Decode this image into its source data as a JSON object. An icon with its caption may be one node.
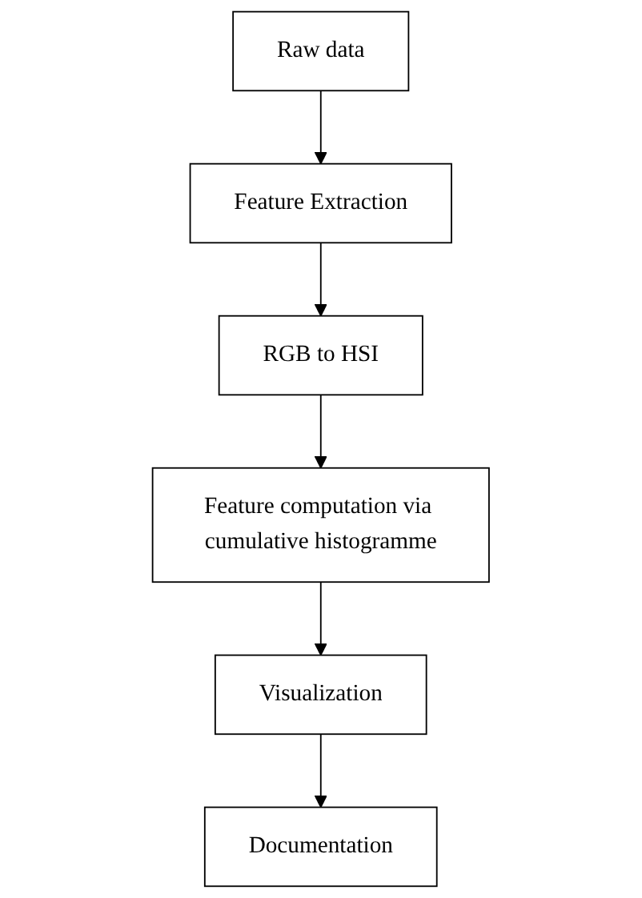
{
  "diagram": {
    "nodes": [
      {
        "text": [
          "Raw data"
        ]
      },
      {
        "text": [
          "Feature Extraction"
        ]
      },
      {
        "text": [
          "RGB to HSI"
        ]
      },
      {
        "text": [
          "Feature computation via cumulative histogramme"
        ]
      },
      {
        "text": [
          "Visualization"
        ]
      },
      {
        "text": [
          "Documentation"
        ]
      }
    ],
    "edges": [
      {
        "from": 0,
        "to": 1,
        "arrow": "to"
      },
      {
        "from": 1,
        "to": 2,
        "arrow": "to"
      },
      {
        "from": 2,
        "to": 3,
        "arrow": "to"
      },
      {
        "from": 3,
        "to": 4,
        "arrow": "to"
      },
      {
        "from": 4,
        "to": 5,
        "arrow": "to"
      }
    ]
  }
}
